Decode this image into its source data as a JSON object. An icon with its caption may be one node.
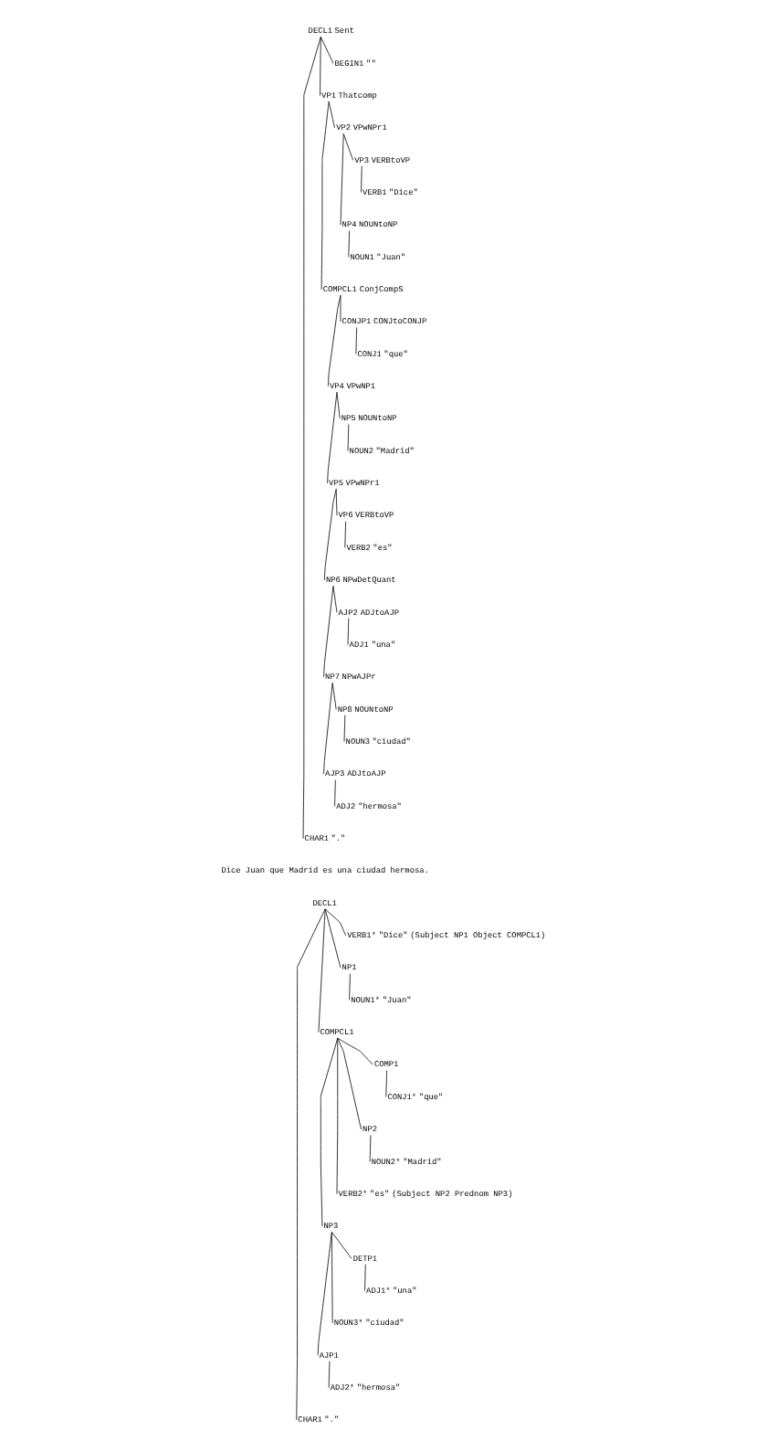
{
  "diagram": {
    "nodes": [
      {
        "text": [
          "DECL1"
        ],
        "beside": [
          "Sent"
        ]
      },
      {
        "text": [
          "BEGIN1"
        ],
        "beside": [
          "\"\""
        ]
      },
      {
        "text": [
          "VP1"
        ],
        "beside": [
          "Thatcomp"
        ]
      },
      {
        "text": [
          "VP2"
        ],
        "beside": [
          "VPwNPr1"
        ]
      },
      {
        "text": [
          "VP3"
        ],
        "beside": [
          "VERBtoVP"
        ]
      },
      {
        "text": [
          "VERB1"
        ],
        "beside": [
          "\"Dice\""
        ]
      },
      {
        "text": [
          "NP4"
        ],
        "beside": [
          "NOUNtoNP"
        ]
      },
      {
        "text": [
          "NOUN1"
        ],
        "beside": [
          "\"Juan\""
        ]
      },
      {
        "text": [
          "COMPCL1"
        ],
        "beside": [
          "ConjCompS"
        ]
      },
      {
        "text": [
          "CONJP1"
        ],
        "beside": [
          "CONJtoCONJP"
        ]
      },
      {
        "text": [
          "CONJ1"
        ],
        "beside": [
          "\"que\""
        ]
      },
      {
        "text": [
          "VP4"
        ],
        "beside": [
          "VPwNP1"
        ]
      },
      {
        "text": [
          "NP5"
        ],
        "beside": [
          "NOUNtoNP"
        ]
      },
      {
        "text": [
          "NOUN2"
        ],
        "beside": [
          "\"Madrid\""
        ]
      },
      {
        "text": [
          "VP5"
        ],
        "beside": [
          "VPwNPr1"
        ]
      },
      {
        "text": [
          "VP6"
        ],
        "beside": [
          "VERBtoVP"
        ]
      },
      {
        "text": [
          "VERB2"
        ],
        "beside": [
          "\"es\""
        ]
      },
      {
        "text": [
          "NP6"
        ],
        "beside": [
          "NPwDetQuant"
        ]
      },
      {
        "text": [
          "AJP2"
        ],
        "beside": [
          "ADJtoAJP"
        ]
      },
      {
        "text": [
          "ADJ1"
        ],
        "beside": [
          "\"una\""
        ]
      },
      {
        "text": [
          "NP7"
        ],
        "beside": [
          "NPwAJPr"
        ]
      },
      {
        "text": [
          "NP8"
        ],
        "beside": [
          "NOUNtoNP"
        ]
      },
      {
        "text": [
          "NOUN3"
        ],
        "beside": [
          "\"ciudad\""
        ]
      },
      {
        "text": [
          "AJP3"
        ],
        "beside": [
          "ADJtoAJP"
        ]
      },
      {
        "text": [
          "ADJ2"
        ],
        "beside": [
          "\"hermosa\""
        ]
      },
      {
        "text": [
          "CHAR1"
        ],
        "beside": [
          "\".\""
        ]
      },
      {
        "text": [
          "DECL1"
        ]
      },
      {
        "text": [
          "VERB1*"
        ],
        "beside": [
          "\"Dice\"",
          "(Subject NP1 Object COMPCL1)"
        ]
      },
      {
        "text": [
          "NP1"
        ]
      },
      {
        "text": [
          "NOUN1*"
        ],
        "beside": [
          "\"Juan\""
        ]
      },
      {
        "text": [
          "COMPCL1"
        ]
      },
      {
        "text": [
          "COMP1"
        ]
      },
      {
        "text": [
          "CONJ1*"
        ],
        "beside": [
          "\"que\""
        ]
      },
      {
        "text": [
          "NP2"
        ]
      },
      {
        "text": [
          "NOUN2*"
        ],
        "beside": [
          "\"Madrid\""
        ]
      },
      {
        "text": [
          "VERB2*"
        ],
        "beside": [
          "\"es\"",
          "(Subject NP2 Prednom NP3)"
        ]
      },
      {
        "text": [
          "NP3"
        ]
      },
      {
        "text": [
          "DETP1"
        ]
      },
      {
        "text": [
          "ADJ1*"
        ],
        "beside": [
          "\"una\""
        ]
      },
      {
        "text": [
          "NOUN3*"
        ],
        "beside": [
          "\"ciudad\""
        ]
      },
      {
        "text": [
          "AJP1"
        ]
      },
      {
        "text": [
          "ADJ2*"
        ],
        "beside": [
          "\"hermosa\""
        ]
      },
      {
        "text": [
          "CHAR1"
        ],
        "beside": [
          "\".\""
        ]
      }
    ],
    "edges": [
      {
        "from": 0,
        "to": 1,
        "arrow": "none"
      },
      {
        "from": 0,
        "to": 2,
        "arrow": "none"
      },
      {
        "from": 2,
        "to": 3,
        "arrow": "none"
      },
      {
        "from": 3,
        "to": 4,
        "arrow": "none"
      },
      {
        "from": 4,
        "to": 5,
        "arrow": "none"
      },
      {
        "from": 3,
        "to": 6,
        "arrow": "none"
      },
      {
        "from": 6,
        "to": 7,
        "arrow": "none"
      },
      {
        "from": 2,
        "to": 8,
        "arrow": "none"
      },
      {
        "from": 8,
        "to": 9,
        "arrow": "none"
      },
      {
        "from": 9,
        "to": 10,
        "arrow": "none"
      },
      {
        "from": 8,
        "to": 11,
        "arrow": "none"
      },
      {
        "from": 11,
        "to": 12,
        "arrow": "none"
      },
      {
        "from": 12,
        "to": 13,
        "arrow": "none"
      },
      {
        "from": 11,
        "to": 14,
        "arrow": "none"
      },
      {
        "from": 14,
        "to": 15,
        "arrow": "none"
      },
      {
        "from": 15,
        "to": 16,
        "arrow": "none"
      },
      {
        "from": 14,
        "to": 17,
        "arrow": "none"
      },
      {
        "from": 17,
        "to": 18,
        "arrow": "none"
      },
      {
        "from": 18,
        "to": 19,
        "arrow": "none"
      },
      {
        "from": 17,
        "to": 20,
        "arrow": "none"
      },
      {
        "from": 20,
        "to": 21,
        "arrow": "none"
      },
      {
        "from": 21,
        "to": 22,
        "arrow": "none"
      },
      {
        "from": 20,
        "to": 23,
        "arrow": "none"
      },
      {
        "from": 23,
        "to": 24,
        "arrow": "none"
      },
      {
        "from": 0,
        "to": 25,
        "arrow": "none"
      },
      {
        "from": 26,
        "to": 27,
        "arrow": "none"
      },
      {
        "from": 26,
        "to": 28,
        "arrow": "none"
      },
      {
        "from": 28,
        "to": 29,
        "arrow": "none"
      },
      {
        "from": 26,
        "to": 30,
        "arrow": "none"
      },
      {
        "from": 30,
        "to": 31,
        "arrow": "none"
      },
      {
        "from": 31,
        "to": 32,
        "arrow": "none"
      },
      {
        "from": 30,
        "to": 33,
        "arrow": "none"
      },
      {
        "from": 33,
        "to": 34,
        "arrow": "none"
      },
      {
        "from": 30,
        "to": 35,
        "arrow": "none"
      },
      {
        "from": 30,
        "to": 36,
        "arrow": "none"
      },
      {
        "from": 36,
        "to": 37,
        "arrow": "none"
      },
      {
        "from": 37,
        "to": 38,
        "arrow": "none"
      },
      {
        "from": 36,
        "to": 39,
        "arrow": "none"
      },
      {
        "from": 36,
        "to": 40,
        "arrow": "none"
      },
      {
        "from": 40,
        "to": 41,
        "arrow": "none"
      },
      {
        "from": 26,
        "to": 42,
        "arrow": "none"
      }
    ],
    "labels": [
      "Dice Juan que Madrid es una ciudad hermosa."
    ]
  }
}
